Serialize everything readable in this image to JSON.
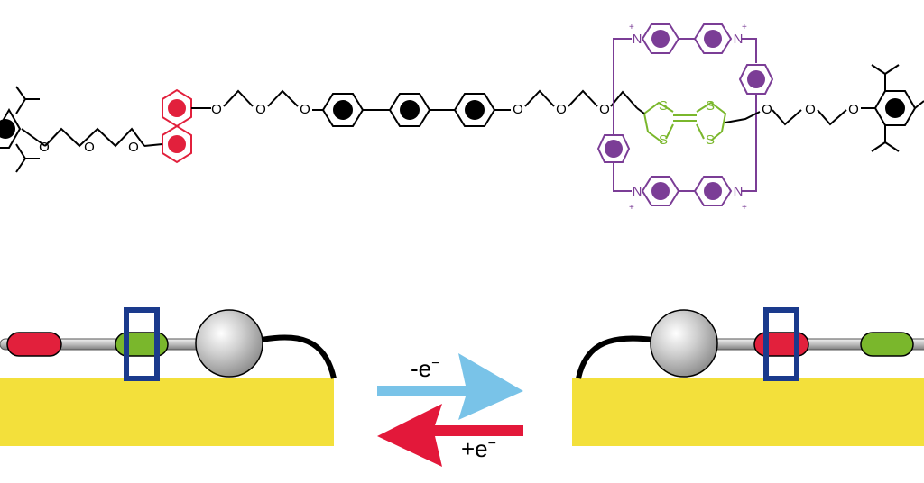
{
  "colors": {
    "black": "#000000",
    "naphthalene": "#e2203c",
    "ttf": "#7ab72c",
    "cyclophane": "#7b3d96",
    "surface": "#f3e03b",
    "ring_box": "#1a3a8c",
    "oxidation_arrow": "#79c3e8",
    "reduction_arrow": "#e3183a",
    "stopper": "#9a9a9a"
  },
  "labels": {
    "oxygen": "O",
    "sulfur": "S",
    "nitrogen": "N",
    "plus": "+",
    "oxidation": "-e",
    "reduction": "+e",
    "electron_sup": "−"
  },
  "icons": {
    "oxidation_arrow": "arrow-right-icon",
    "reduction_arrow": "arrow-left-icon"
  }
}
